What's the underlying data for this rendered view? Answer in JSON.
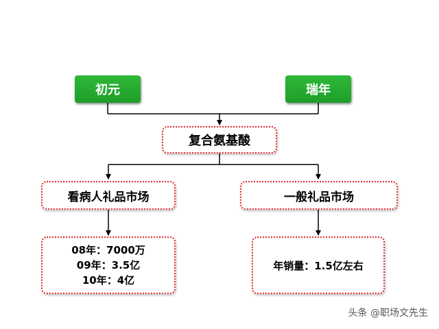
{
  "nodes": {
    "chuyuan": "初元",
    "ruinian": "瑞年",
    "fuhe": "复合氨基酸",
    "kanbing": "看病人礼品市场",
    "yiban": "一般礼品市场",
    "kanbing_sales": [
      "08年：7000万",
      "09年：3.5亿",
      "10年：4亿"
    ],
    "yiban_sales": "年销量：1.5亿左右"
  },
  "watermark": "头条 @职场文先生",
  "colors": {
    "green": "#1e9e2a",
    "red_dotted": "#e4252a",
    "line": "#000000"
  }
}
